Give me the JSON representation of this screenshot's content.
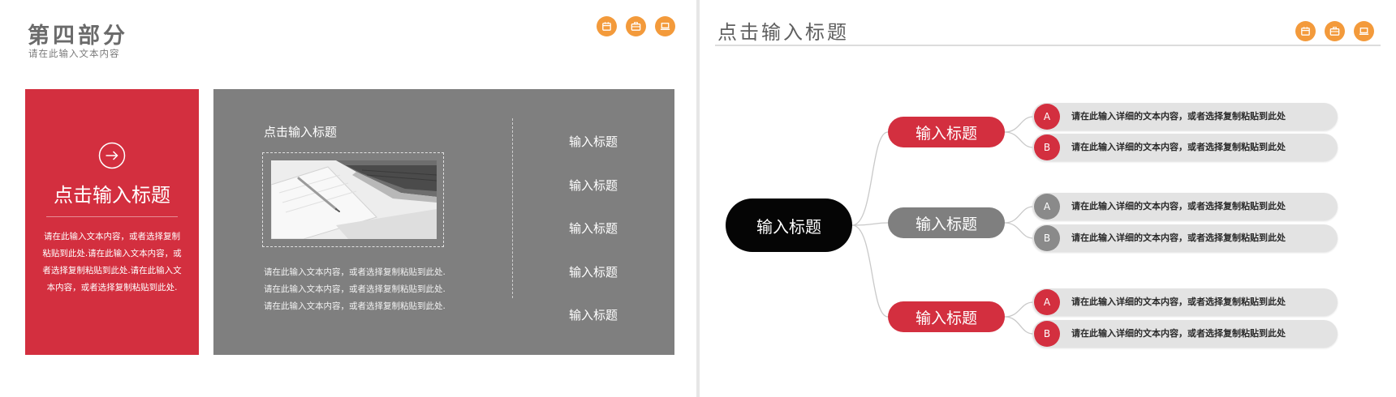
{
  "colors": {
    "accent_red": "#d32f3f",
    "accent_orange": "#f39a3b",
    "panel_gray": "#7f7f7f",
    "root_black": "#050505"
  },
  "header_icons": [
    "calendar-icon",
    "briefcase-icon",
    "laptop-icon"
  ],
  "left_slide": {
    "title": "第四部分",
    "subtitle": "请在此输入文本内容",
    "red_card": {
      "icon": "arrow-right-circle-icon",
      "heading": "点击输入标题",
      "body": "请在此输入文本内容，或者选择复制粘贴到此处.请在此输入文本内容，或者选择复制粘贴到此处.请在此输入文本内容，或者选择复制粘贴到此处."
    },
    "gray_card": {
      "heading": "点击输入标题",
      "body_lines": [
        "请在此输入文本内容，或者选择复制粘贴到此处.",
        "请在此输入文本内容，或者选择复制粘贴到此处.",
        "请在此输入文本内容，或者选择复制粘贴到此处."
      ],
      "items": [
        "输入标题",
        "输入标题",
        "输入标题",
        "输入标题",
        "输入标题"
      ]
    }
  },
  "right_slide": {
    "title": "点击输入标题",
    "mindmap": {
      "root": "输入标题",
      "branches": [
        {
          "label": "输入标题",
          "color": "red",
          "leaves": [
            {
              "badge": "A",
              "text": "请在此输入详细的文本内容，或者选择复制粘贴到此处"
            },
            {
              "badge": "B",
              "text": "请在此输入详细的文本内容，或者选择复制粘贴到此处"
            }
          ]
        },
        {
          "label": "输入标题",
          "color": "gray",
          "leaves": [
            {
              "badge": "A",
              "text": "请在此输入详细的文本内容，或者选择复制粘贴到此处"
            },
            {
              "badge": "B",
              "text": "请在此输入详细的文本内容，或者选择复制粘贴到此处"
            }
          ]
        },
        {
          "label": "输入标题",
          "color": "red",
          "leaves": [
            {
              "badge": "A",
              "text": "请在此输入详细的文本内容，或者选择复制粘贴到此处"
            },
            {
              "badge": "B",
              "text": "请在此输入详细的文本内容，或者选择复制粘贴到此处"
            }
          ]
        }
      ]
    }
  }
}
